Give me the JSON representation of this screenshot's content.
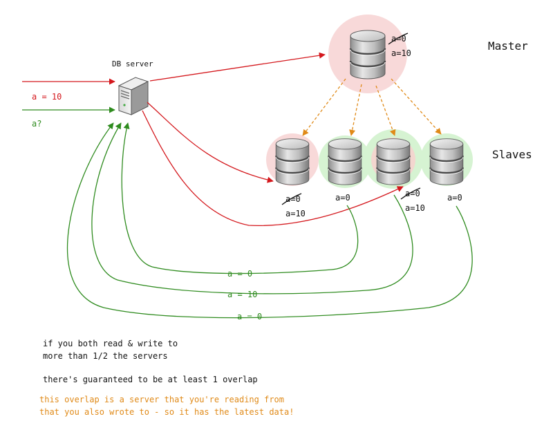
{
  "labels": {
    "master": "Master",
    "slaves": "Slaves",
    "db_server": "DB server",
    "write_req": "a = 10",
    "read_req": "a?"
  },
  "master_node": {
    "old_value": "a=0",
    "new_value": "a=10",
    "highlight": "red"
  },
  "slave_nodes": [
    {
      "old_value": "a=0",
      "new_value": "a=10",
      "highlight": "red"
    },
    {
      "value": "a=0",
      "highlight": "green"
    },
    {
      "old_value": "a=0",
      "new_value": "a=10",
      "highlight": "both"
    },
    {
      "value": "a=0",
      "highlight": "green"
    }
  ],
  "responses": [
    "a = 0",
    "a = 10",
    "a = 0"
  ],
  "notes": {
    "line1": "if you both read & write to",
    "line2": "more than 1/2 the servers",
    "line3": "there's guaranteed to be at least 1 overlap",
    "highlight1": "this overlap is a server that you're reading from",
    "highlight2": "that you also wrote to - so it has the latest data!"
  },
  "colors": {
    "write": "#d4171c",
    "read": "#2e8b1e",
    "replicate": "#e08a18",
    "note_highlight": "#e08a18",
    "red_halo": "#f8d9d9",
    "green_halo": "#d6f3d2"
  },
  "icons": [
    "server-tower-icon",
    "database-icon"
  ]
}
